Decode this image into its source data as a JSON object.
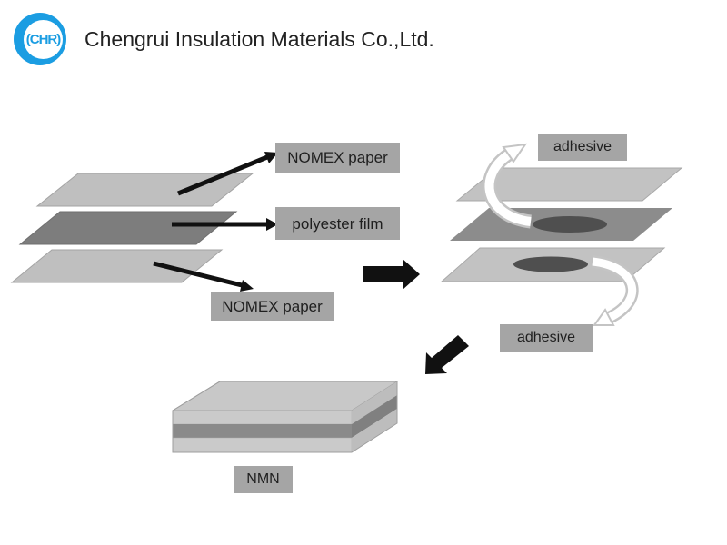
{
  "header": {
    "logo_text": "(CHR)",
    "company_name": "Chengrui Insulation Materials Co.,Ltd."
  },
  "labels": {
    "nomex_top": "NOMEX paper",
    "polyester_film": "polyester film",
    "nomex_bottom": "NOMEX paper",
    "adhesive_top": "adhesive",
    "adhesive_bottom": "adhesive",
    "nmn": "NMN"
  },
  "colors": {
    "logo_blue": "#1b9de2",
    "layer_light": "#bfbfbf",
    "layer_dark": "#7d7d7d",
    "right_layer_light": "#c2c2c2",
    "right_layer_dark": "#8c8c8c",
    "adhesive_ellipse": "#4f4f4f",
    "arrow_black": "#111111",
    "curved_arrow_outline": "#c4c4c4",
    "label_bg": "#a5a5a5",
    "box_top": "#c8c8c8",
    "box_front_light": "#cacaca",
    "box_front_dark": "#8a8a8a",
    "box_side_light": "#bdbdbd",
    "box_side_dark": "#808080"
  }
}
